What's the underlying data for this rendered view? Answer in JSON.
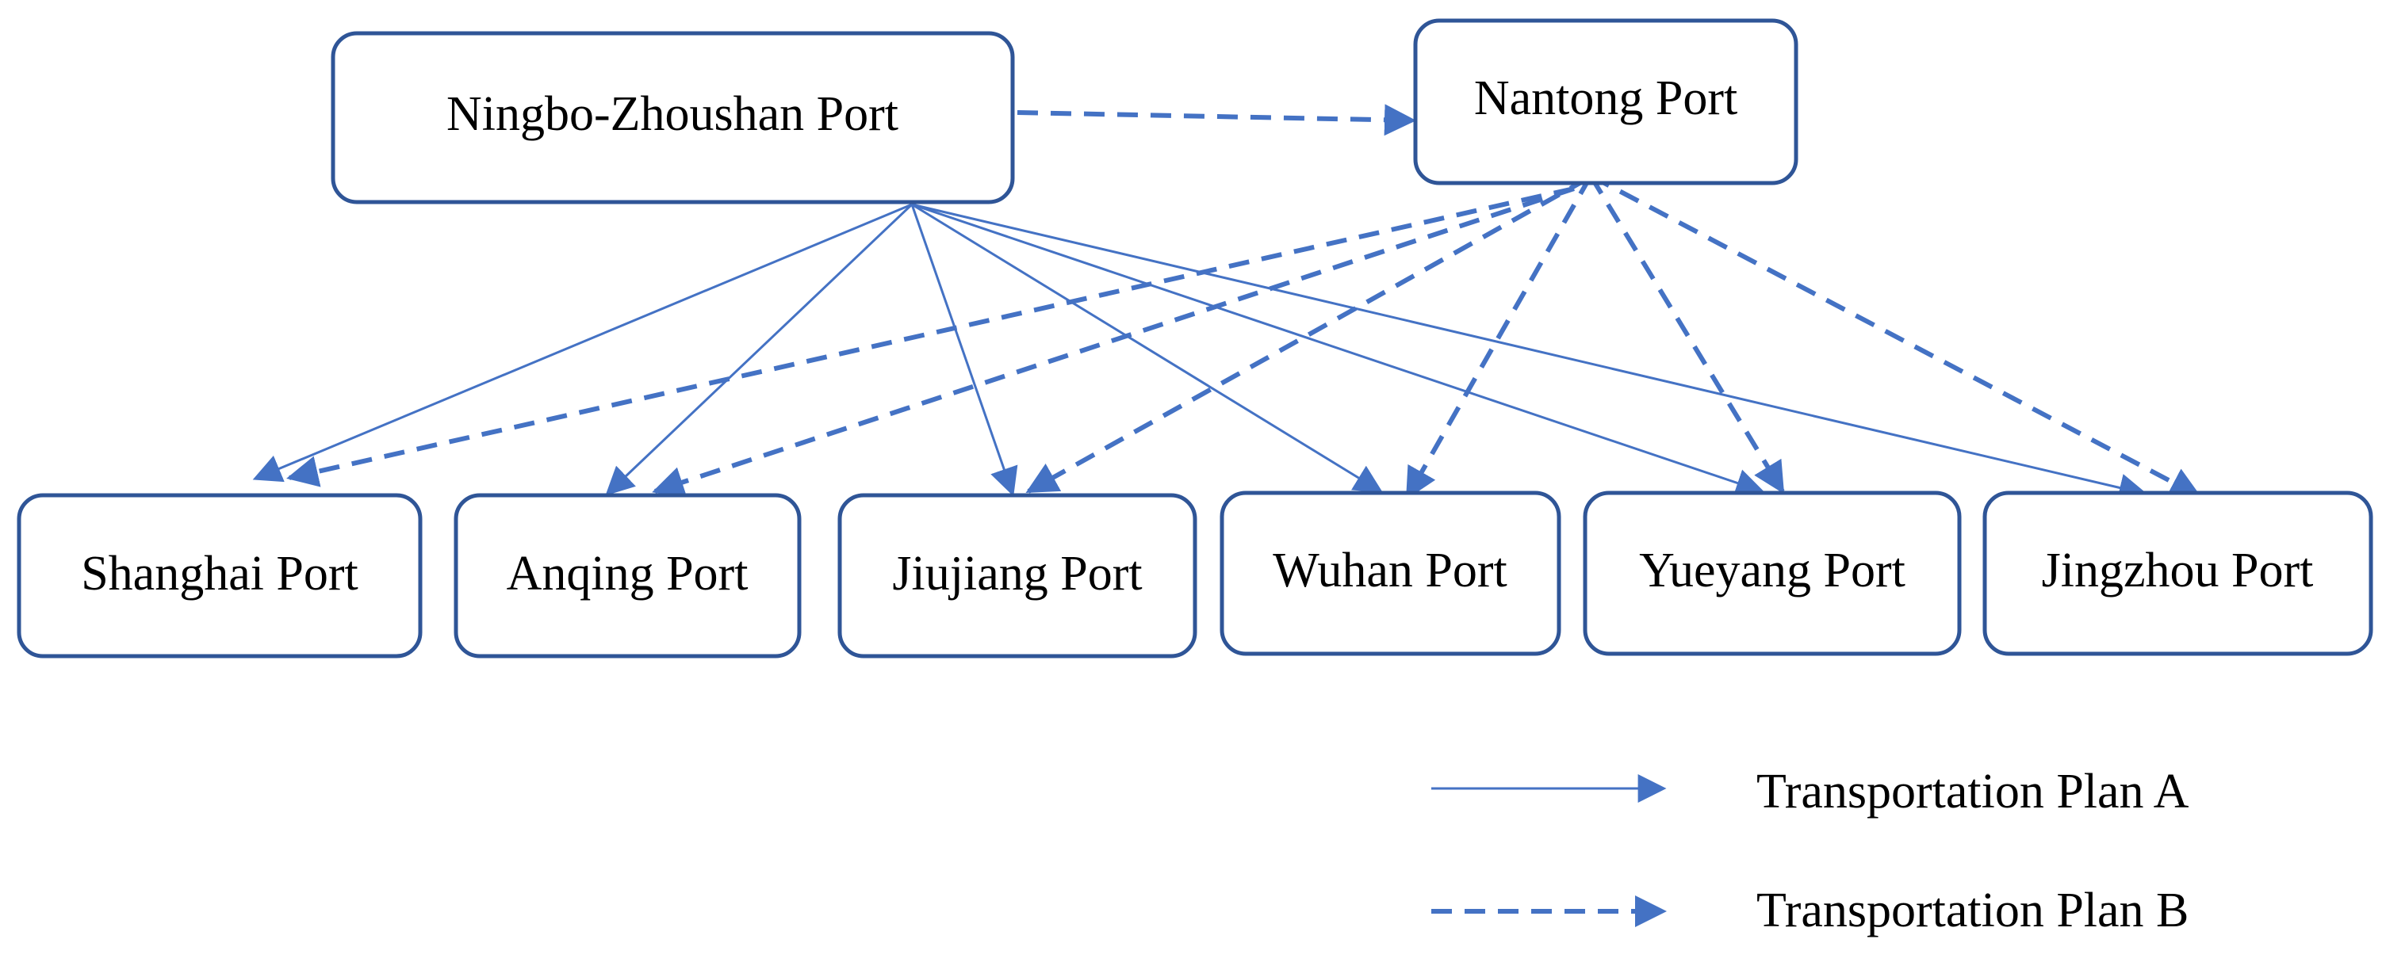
{
  "colors": {
    "box_border": "#2f5597",
    "arrow": "#4472c4",
    "text": "#000000",
    "background": "#ffffff"
  },
  "nodes": {
    "ningbo": "Ningbo-Zhoushan Port",
    "nantong": "Nantong Port",
    "shanghai": "Shanghai Port",
    "anqing": "Anqing Port",
    "jiujiang": "Jiujiang Port",
    "wuhan": "Wuhan Port",
    "yueyang": "Yueyang Port",
    "jingzhou": "Jingzhou Port"
  },
  "edges": {
    "plan_a": {
      "style": "solid",
      "from": "ningbo",
      "to": [
        "shanghai",
        "anqing",
        "jiujiang",
        "wuhan",
        "yueyang",
        "jingzhou"
      ]
    },
    "plan_b": [
      {
        "style": "dashed",
        "from": "ningbo",
        "to": [
          "nantong"
        ]
      },
      {
        "style": "dashed",
        "from": "nantong",
        "to": [
          "shanghai",
          "anqing",
          "jiujiang",
          "wuhan",
          "yueyang",
          "jingzhou"
        ]
      }
    ]
  },
  "legend": {
    "plan_a_label": "Transportation Plan A",
    "plan_b_label": "Transportation Plan B"
  }
}
